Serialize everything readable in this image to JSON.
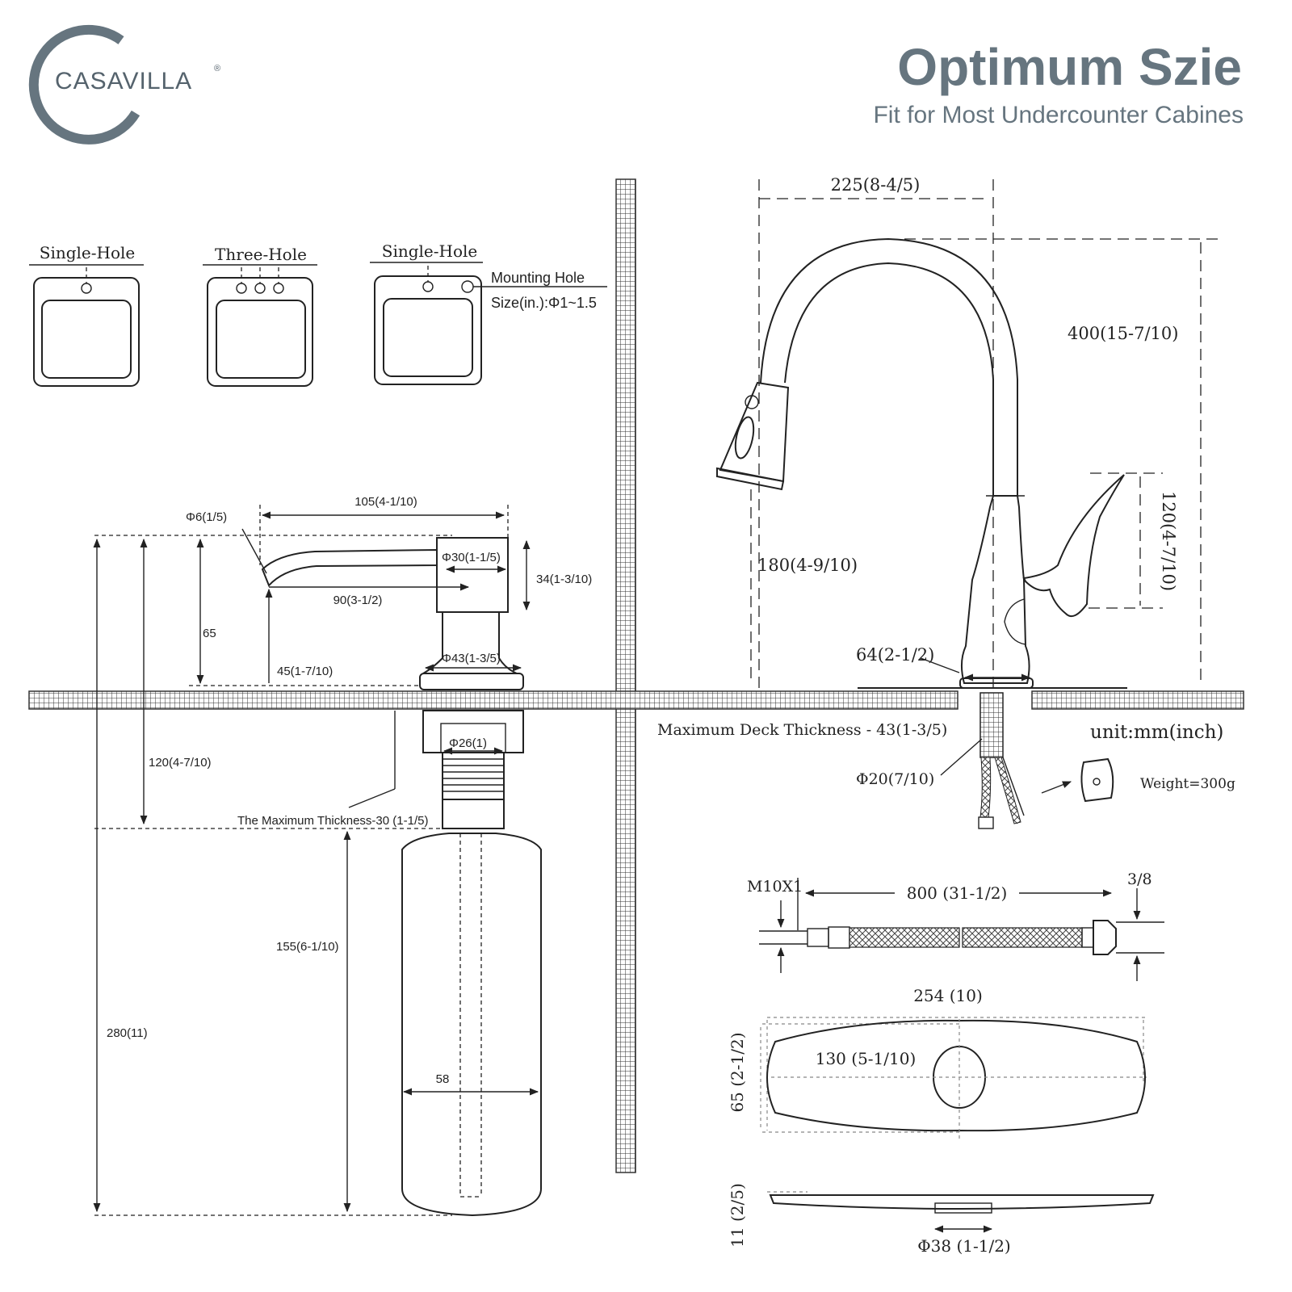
{
  "brand": {
    "name": "CASAVILLA",
    "registered": "®",
    "accent_color": "#66757f"
  },
  "header": {
    "title": "Optimum Szie",
    "subtitle": "Fit for Most Undercounter Cabines"
  },
  "sink_types": {
    "single_hole_1": "Single-Hole",
    "three_hole": "Three-Hole",
    "single_hole_2": "Single-Hole",
    "mounting_hole_line1": "Mounting Hole",
    "mounting_hole_line2": "Size(in.):Φ1~1.5"
  },
  "soap_dispenser": {
    "phi6": "Φ6(1/5)",
    "d105": "105(4-1/10)",
    "phi30": "Φ30(1-1/5)",
    "d34": "34(1-3/10)",
    "d90": "90(3-1/2)",
    "d65": "65",
    "d45": "45(1-7/10)",
    "phi43": "Φ43(1-3/5)",
    "phi26": "Φ26(1)",
    "d120": "120(4-7/10)",
    "max_thickness": "The Maximum Thickness-30  (1-1/5)",
    "d155": "155(6-1/10)",
    "d280": "280(11)",
    "d58": "58"
  },
  "faucet": {
    "d225": "225(8-4/5)",
    "d400": "400(15-7/10)",
    "d120_handle": "120(4-7/10)",
    "d180": "180(4-9/10)",
    "d64": "64(2-1/2)",
    "deck_thickness": "Maximum Deck Thickness - 43(1-3/5)",
    "unit": "unit:mm(inch)",
    "phi20": "Φ20(7/10)",
    "weight": "Weight=300g"
  },
  "hose": {
    "thread": "M10X1",
    "length": "800  (31-1/2)",
    "fitting": "3/8"
  },
  "deck_plate": {
    "width": "254  (10)",
    "depth": "65  (2-1/2)",
    "hole_spacing": "130  (5-1/10)",
    "thickness": "11  (2/5)",
    "hole_diameter": "Φ38  (1-1/2)"
  }
}
